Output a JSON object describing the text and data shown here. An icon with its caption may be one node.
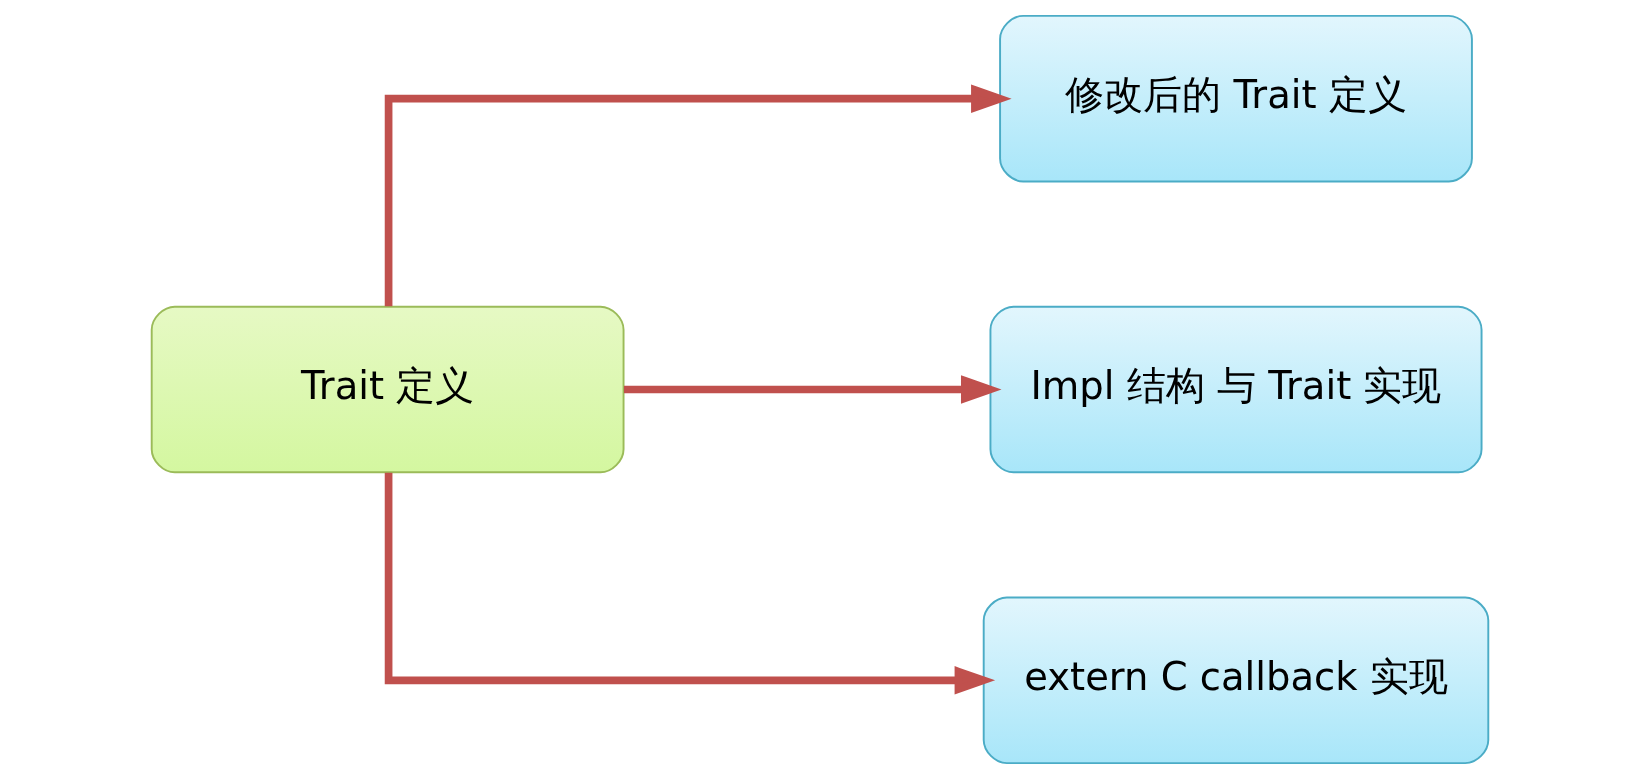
{
  "diagram": {
    "nodes": [
      {
        "text": [
          "Trait 定义"
        ]
      },
      {
        "text": [
          "修改后的 Trait 定义"
        ]
      },
      {
        "text": [
          "Impl 结构 与 Trait 实现"
        ]
      },
      {
        "text": [
          "extern C callback 实现"
        ]
      }
    ],
    "edges": [
      {
        "from": 0,
        "to": 1,
        "arrow": "to"
      },
      {
        "from": 0,
        "to": 2,
        "arrow": "to"
      },
      {
        "from": 0,
        "to": 3,
        "arrow": "to"
      }
    ]
  }
}
